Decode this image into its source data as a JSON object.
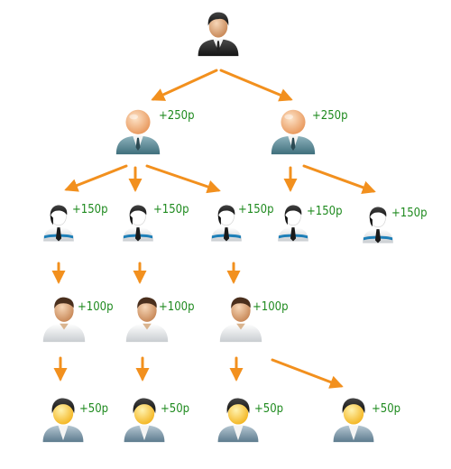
{
  "colors": {
    "arrow": "#f2901e",
    "reward_text": "#1e8a1e"
  },
  "tree": {
    "root": {
      "icon": "businessman-icon"
    },
    "level1": [
      {
        "icon": "manager-icon",
        "reward": "+250р"
      },
      {
        "icon": "manager-icon",
        "reward": "+250р"
      }
    ],
    "level2": [
      {
        "icon": "agent-icon",
        "reward": "+150р"
      },
      {
        "icon": "agent-icon",
        "reward": "+150р"
      },
      {
        "icon": "agent-icon",
        "reward": "+150р"
      },
      {
        "icon": "agent-icon",
        "reward": "+150р"
      },
      {
        "icon": "agent-icon",
        "reward": "+150р"
      }
    ],
    "level3": [
      {
        "icon": "user-white-shirt-icon",
        "reward": "+100р"
      },
      {
        "icon": "user-white-shirt-icon",
        "reward": "+100р"
      },
      {
        "icon": "user-white-shirt-icon",
        "reward": "+100р"
      }
    ],
    "level4": [
      {
        "icon": "user-faceless-icon",
        "reward": "+50р"
      },
      {
        "icon": "user-faceless-icon",
        "reward": "+50р"
      },
      {
        "icon": "user-faceless-icon",
        "reward": "+50р"
      },
      {
        "icon": "user-faceless-icon",
        "reward": "+50р"
      }
    ]
  }
}
